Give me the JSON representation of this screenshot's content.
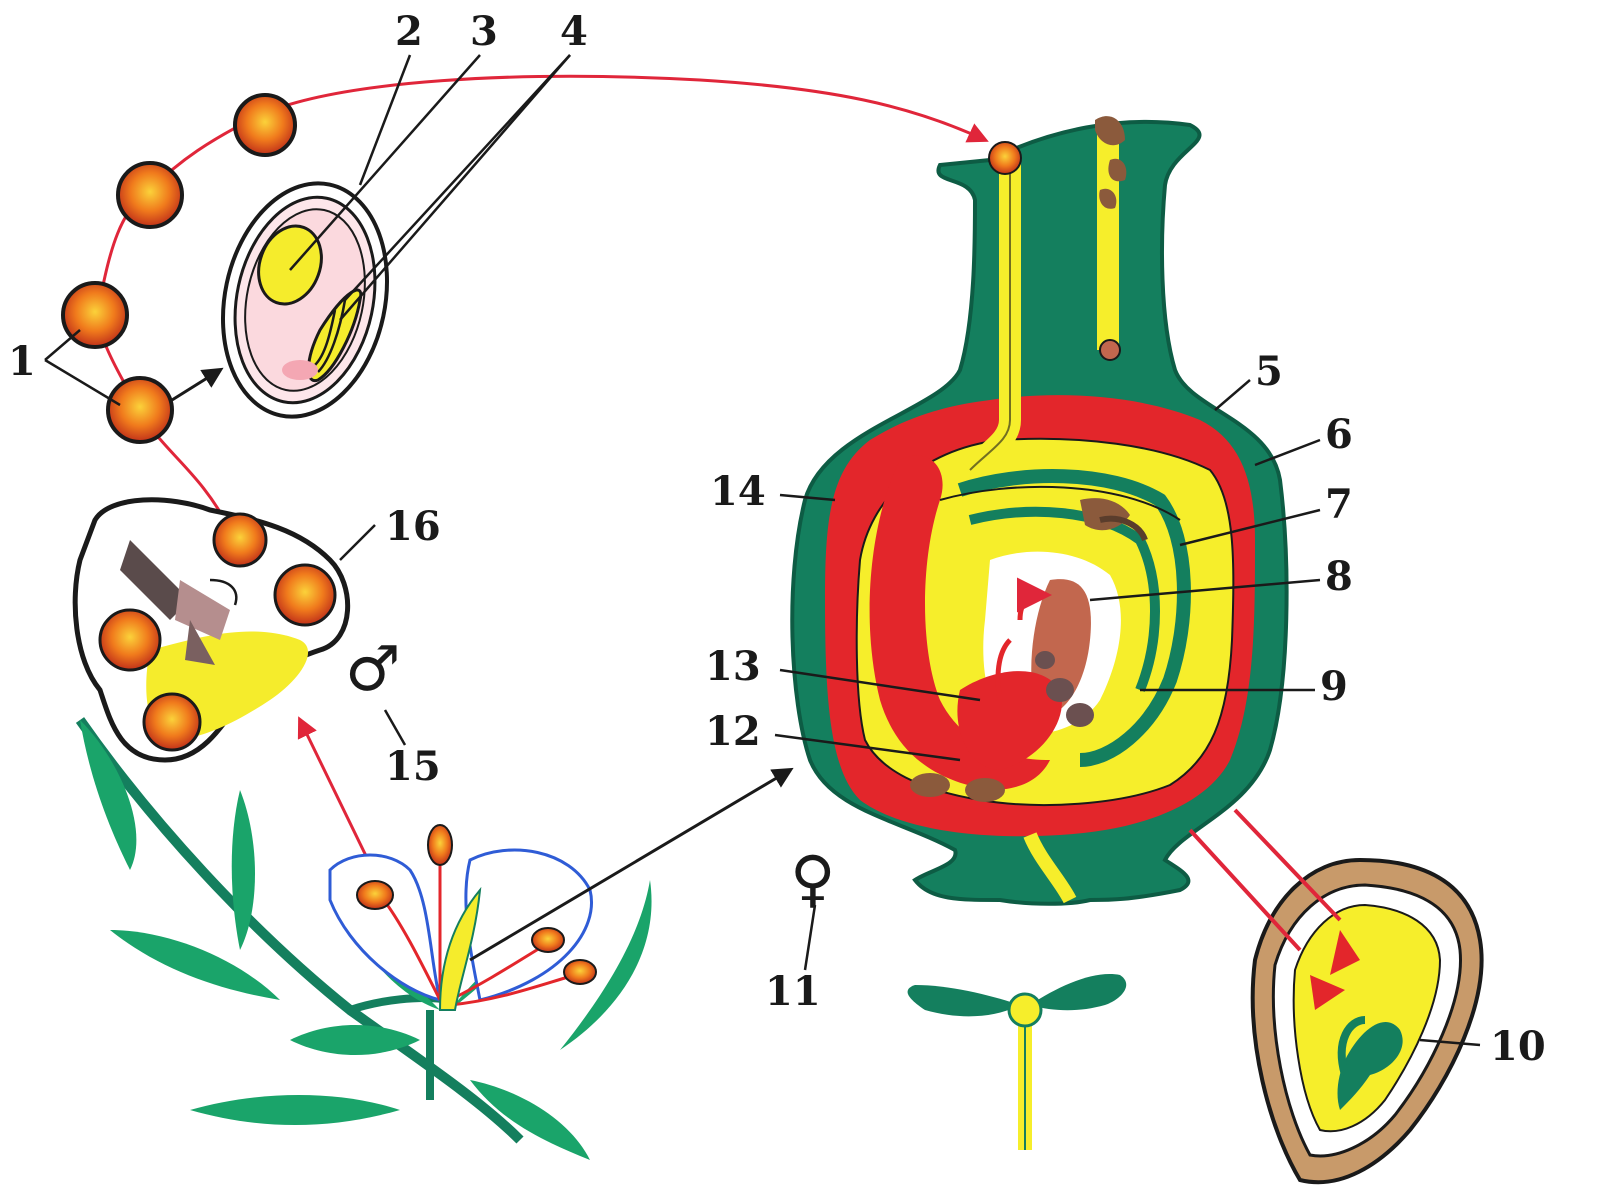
{
  "labels": {
    "n1": "1",
    "n2": "2",
    "n3": "3",
    "n4": "4",
    "n5": "5",
    "n6": "6",
    "n7": "7",
    "n8": "8",
    "n9": "9",
    "n10": "10",
    "n11": "11",
    "n12": "12",
    "n13": "13",
    "n14": "14",
    "n15": "15",
    "n16": "16"
  },
  "symbols": {
    "male": "♂",
    "female": "♀"
  },
  "colors": {
    "pollen": "#e0531c",
    "pollen_core": "#f7a21b",
    "green": "#147f5e",
    "leaf": "#1aa46a",
    "red": "#e3262b",
    "yellow": "#f6ee2b",
    "arrow_red": "#e0263a",
    "line": "#1a1a1a"
  }
}
